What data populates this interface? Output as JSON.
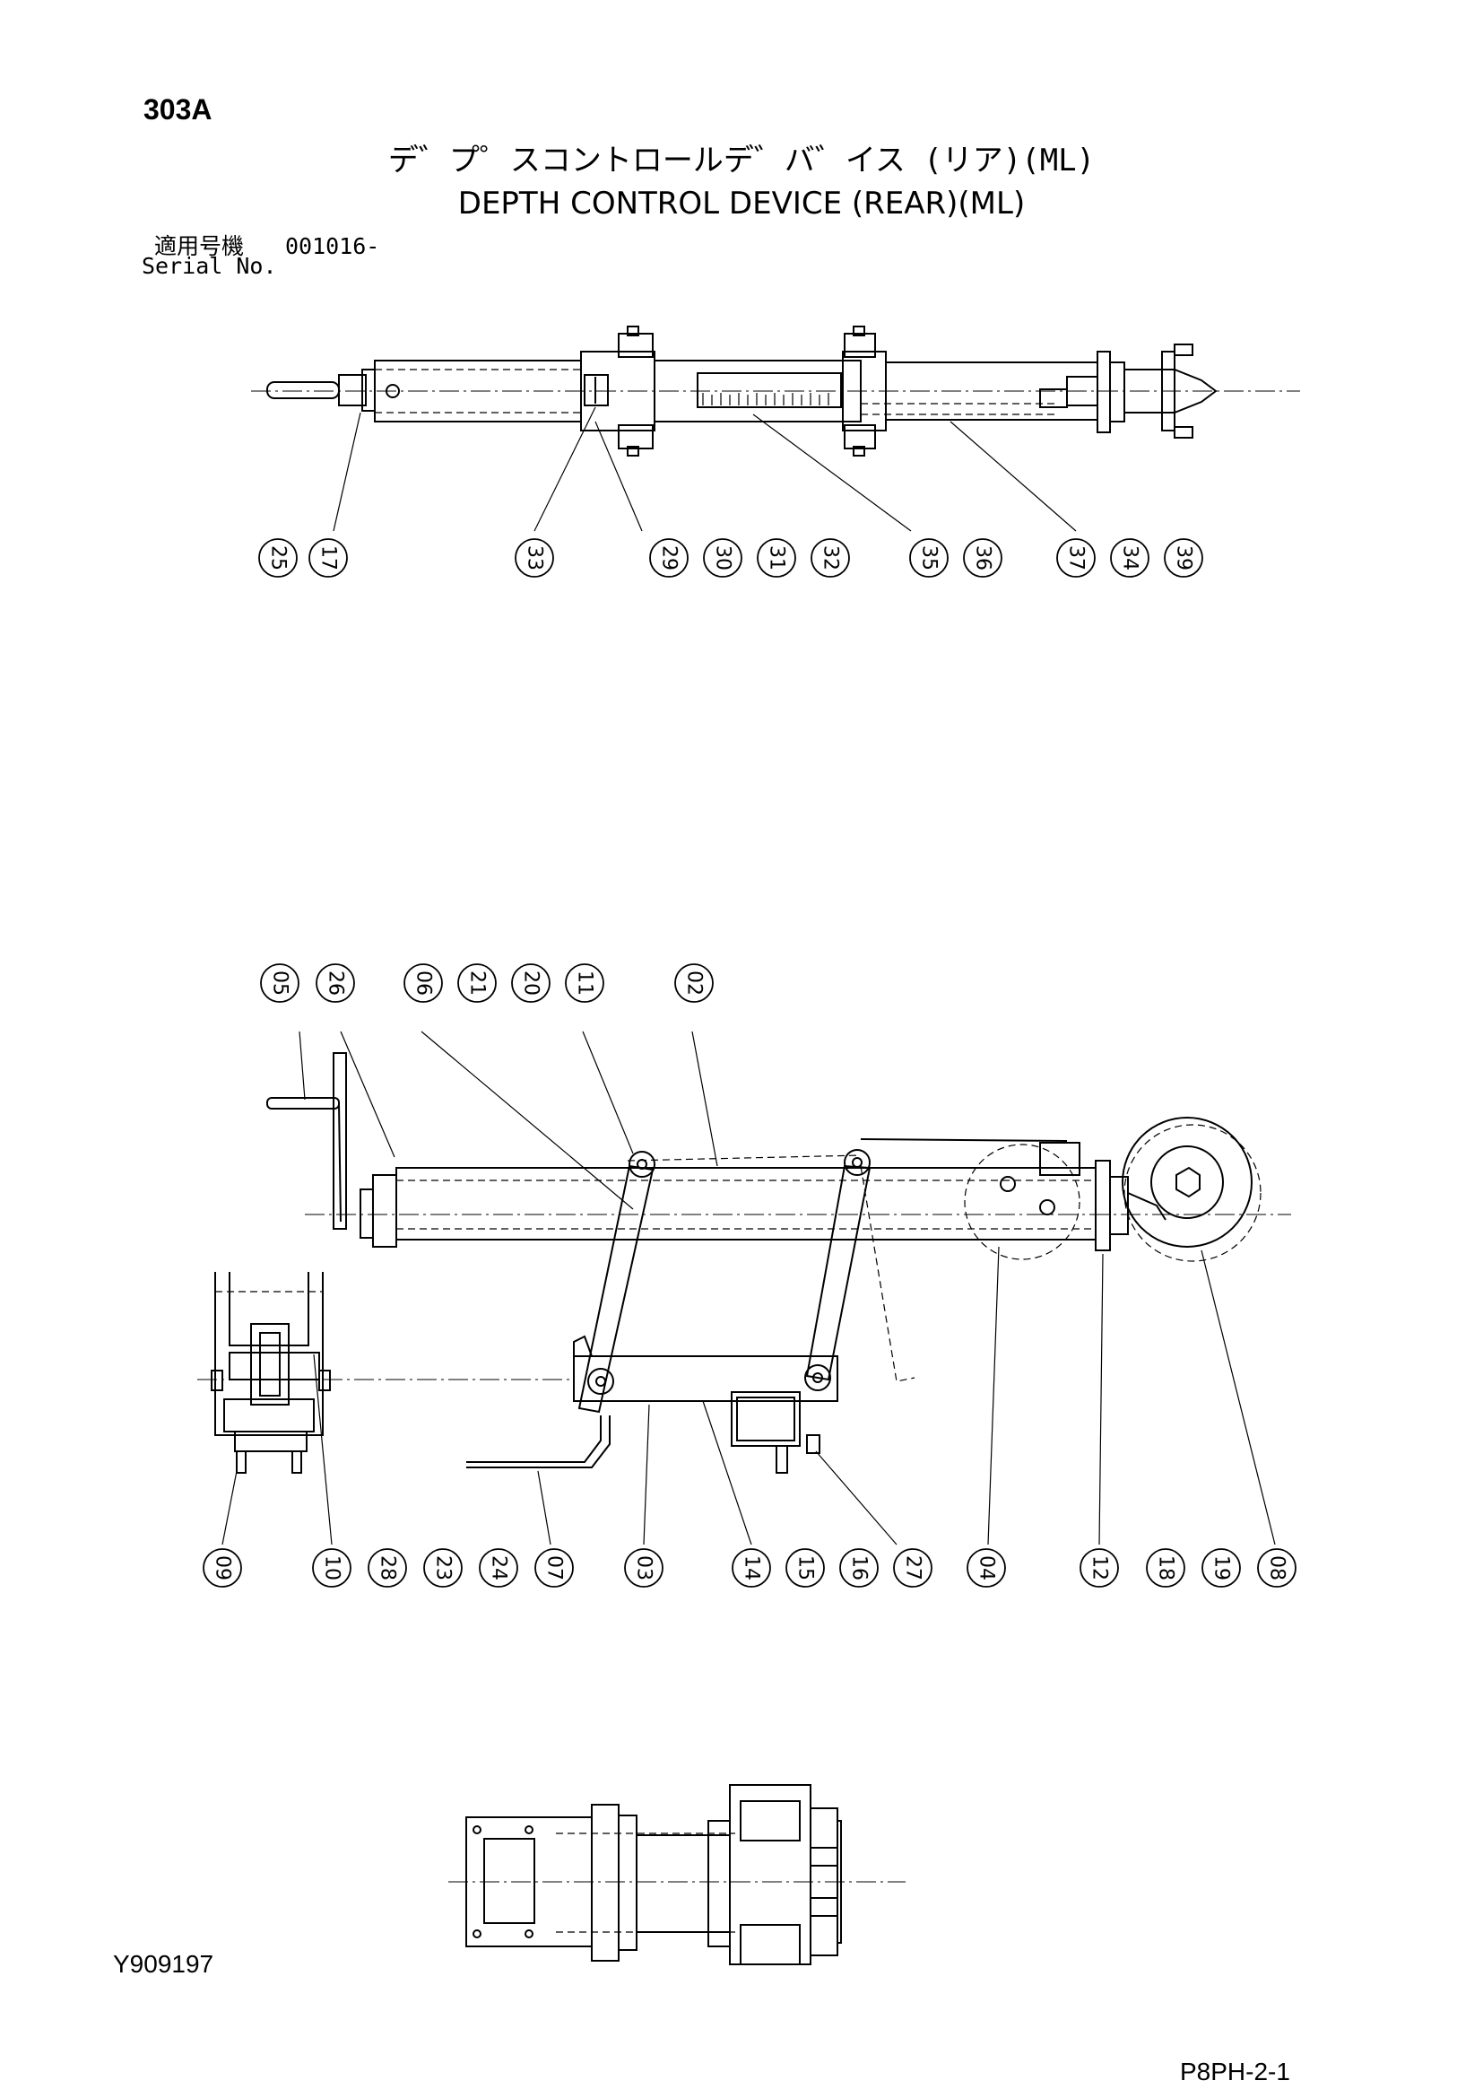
{
  "header": {
    "page_code": "303A",
    "title_jp": "デ゛プ゜スコントロールデ゛バ゛イス (リア)(ML)",
    "title_en": "DEPTH CONTROL DEVICE (REAR)(ML)",
    "serial_label_jp": "適用号機",
    "serial_code": "001016-",
    "serial_label_en": "Serial No."
  },
  "footer": {
    "doc_id": "Y909197",
    "page_id": "P8PH-2-1"
  },
  "callouts": {
    "top_view": [
      "25",
      "17",
      "33",
      "29",
      "30",
      "31",
      "32",
      "35",
      "36",
      "37",
      "34",
      "39"
    ],
    "side_view_top": [
      "05",
      "26",
      "06",
      "21",
      "20",
      "11",
      "02"
    ],
    "side_view_bottom": [
      "09",
      "10",
      "28",
      "23",
      "24",
      "07",
      "03",
      "14",
      "15",
      "16",
      "27",
      "04",
      "12",
      "18",
      "19",
      "08"
    ]
  }
}
